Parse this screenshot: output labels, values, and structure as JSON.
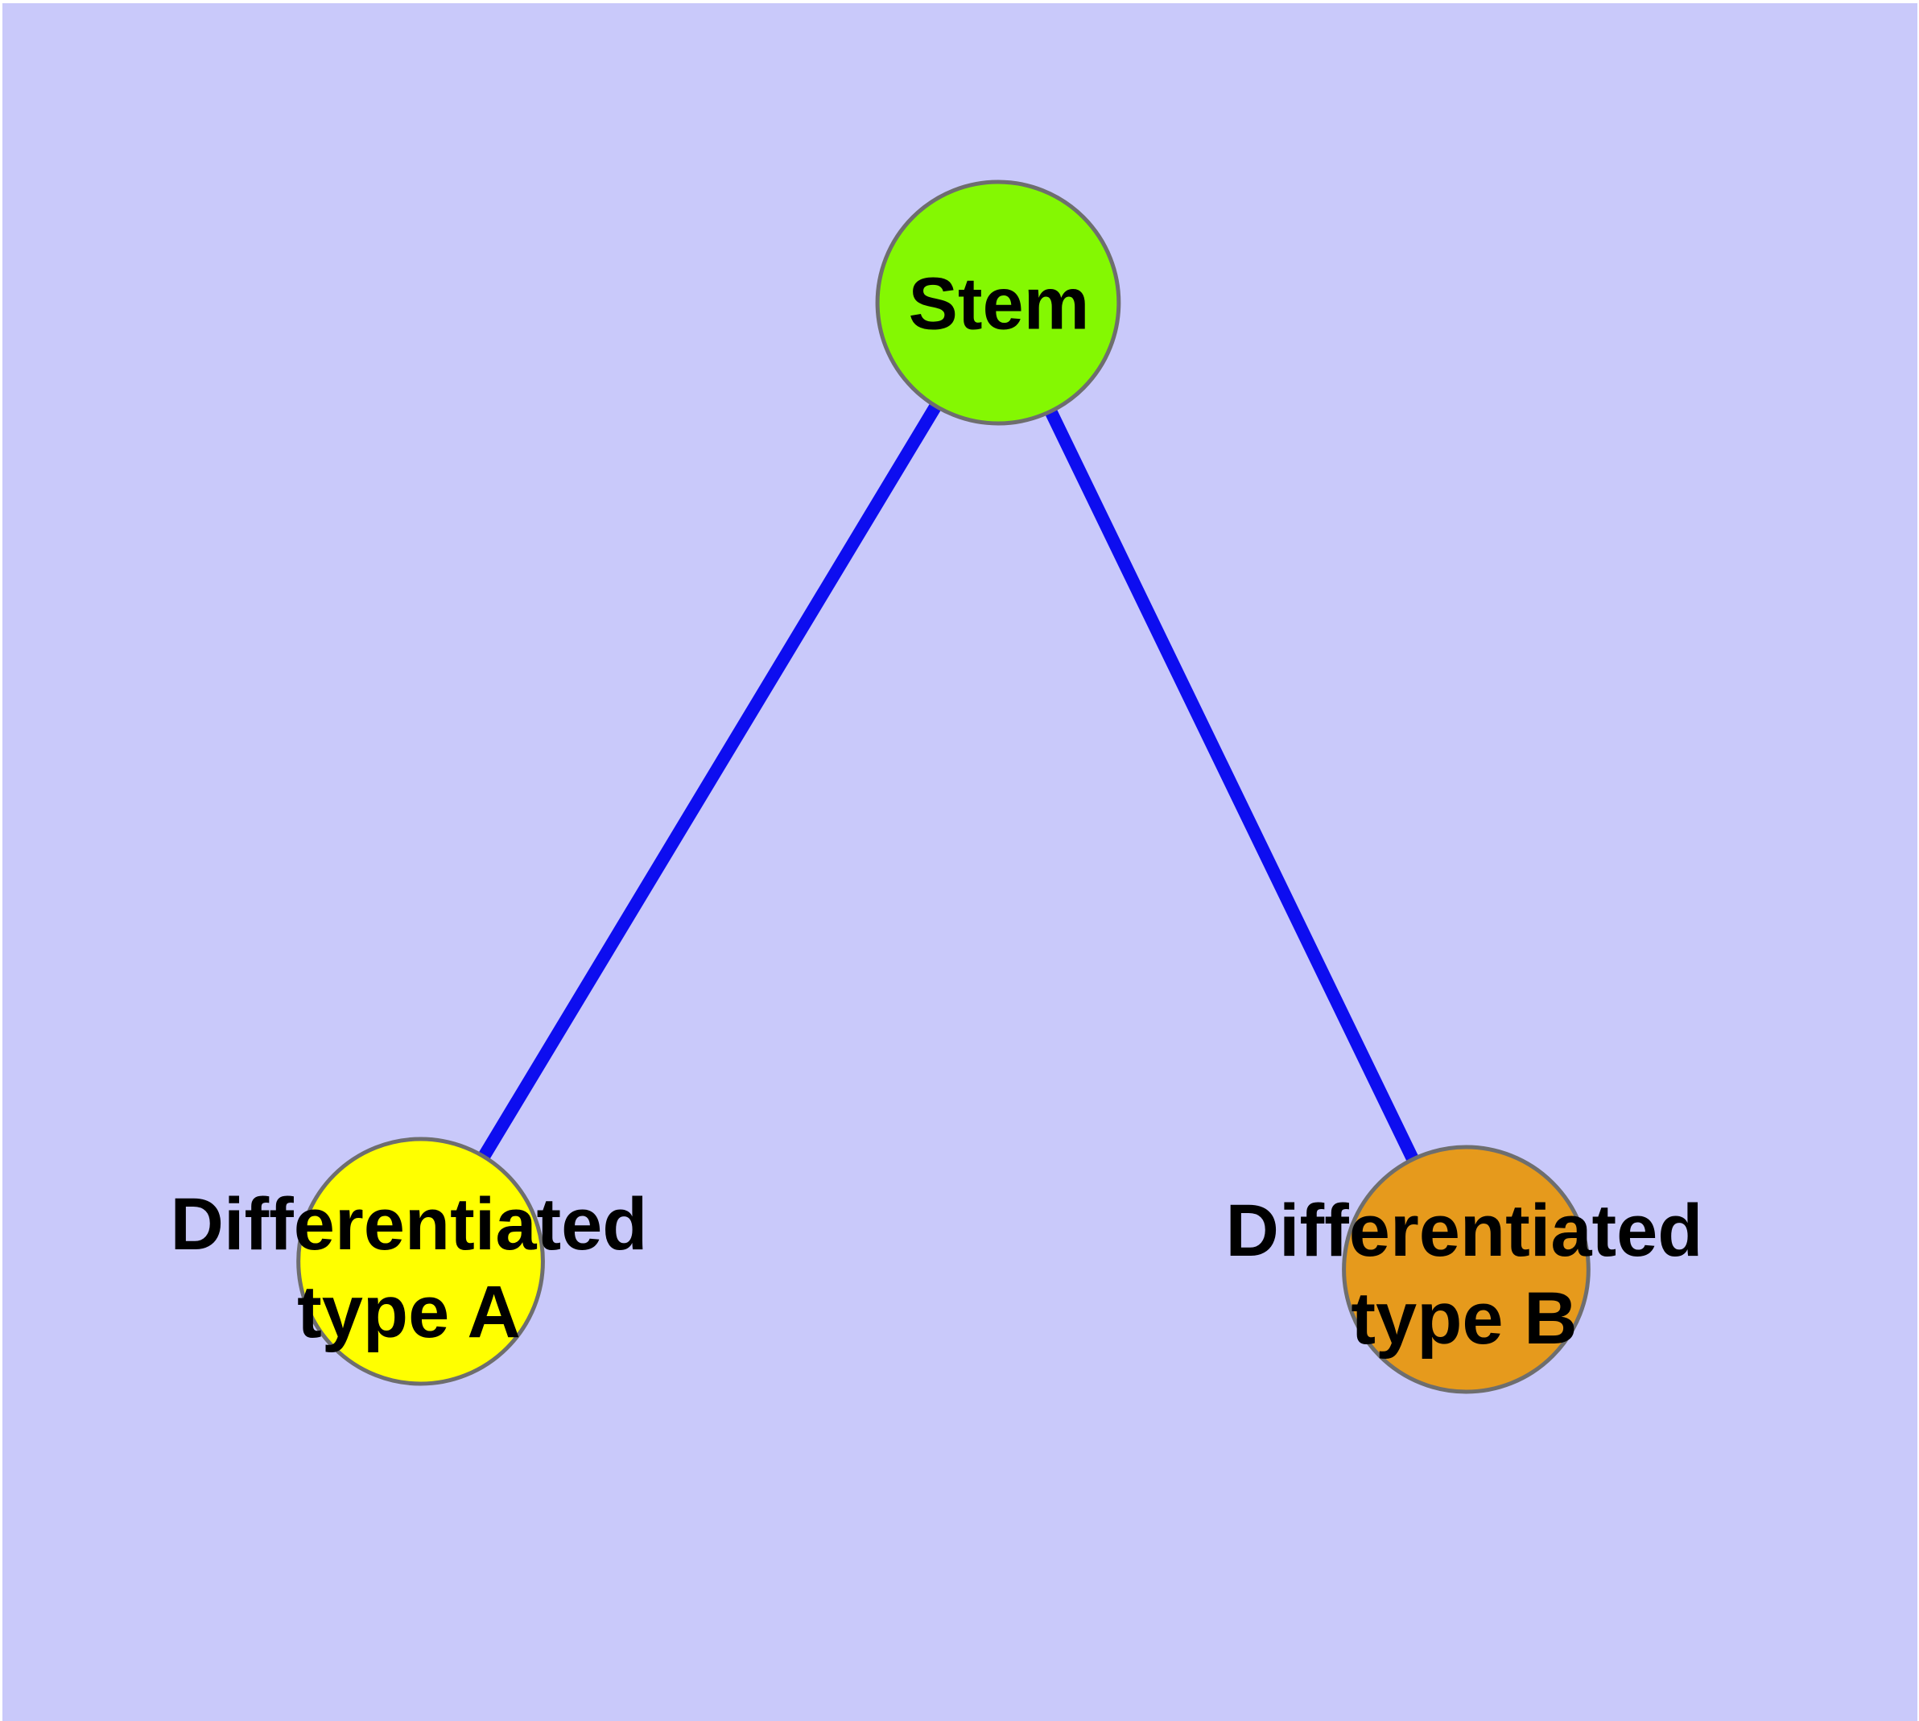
{
  "diagram": {
    "type": "graph",
    "background_color": "#C9C9FA",
    "node_border_color": "#6E6E6E",
    "edge_color": "#0D0DF0",
    "label_color": "#000000",
    "nodes": [
      {
        "id": "stem",
        "label": "Stem",
        "label_lines": [
          "Stem"
        ],
        "fill": "#84F802"
      },
      {
        "id": "differentiated-type-a",
        "label": "Differentiated type A",
        "label_lines": [
          "Differentiated",
          "type A"
        ],
        "fill": "#FFFF00"
      },
      {
        "id": "differentiated-type-b",
        "label": "Differentiated type B",
        "label_lines": [
          "Differentiated",
          "type B"
        ],
        "fill": "#E69A1C"
      }
    ],
    "edges": [
      {
        "from": "stem",
        "to": "differentiated-type-a"
      },
      {
        "from": "stem",
        "to": "differentiated-type-b"
      }
    ]
  }
}
